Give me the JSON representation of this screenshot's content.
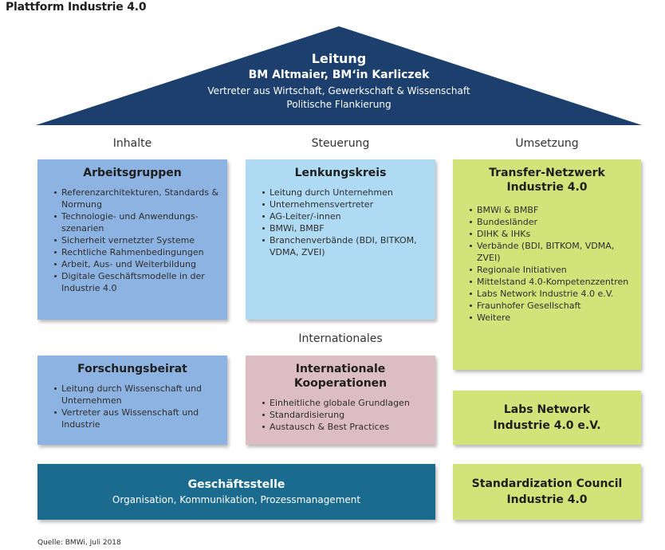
{
  "title": "Plattform Industrie 4.0",
  "roof": {
    "title": "Leitung",
    "subtitle": "BM Altmaier, BM‘in Karliczek",
    "line1": "Vertreter aus Wirtschaft, Gewerkschaft & Wissenschaft",
    "line2": "Politische Flankierung",
    "color": "#1c3f6e"
  },
  "columns": {
    "inhalte": "Inhalte",
    "steuerung": "Steuerung",
    "umsetzung": "Umsetzung",
    "internationales": "Internationales"
  },
  "arbeitsgruppen": {
    "title": "Arbeitsgruppen",
    "items": [
      "Referenzarchitekturen, Standards & Normung",
      "Technologie- und Anwendungs-szenarien",
      "Sicherheit vernetzter Systeme",
      "Rechtliche Rahmenbedingungen",
      "Arbeit, Aus- und Weiterbildung",
      "Digitale Geschäftsmodelle in der Industrie 4.0"
    ]
  },
  "lenkungskreis": {
    "title": "Lenkungskreis",
    "items": [
      "Leitung durch Unternehmen",
      "Unternehmensvertreter",
      "AG-Leiter/-innen",
      "BMWi, BMBF",
      "Branchenverbände (BDI, BITKOM, VDMA, ZVEI)"
    ]
  },
  "transfer": {
    "title1": "Transfer-Netzwerk",
    "title2": "Industrie 4.0",
    "items": [
      "BMWi & BMBF",
      "Bundesländer",
      "DIHK & IHKs",
      "Verbände (BDI, BITKOM, VDMA, ZVEI)",
      "Regionale Initiativen",
      "Mittelstand 4.0-Kompetenzzentren",
      "Labs Network Industrie 4.0 e.V.",
      "Fraunhofer Gesellschaft",
      "Weitere"
    ]
  },
  "forschungsbeirat": {
    "title": "Forschungsbeirat",
    "items": [
      "Leitung durch Wissenschaft und Unternehmen",
      "Vertreter aus Wissenschaft und Industrie"
    ]
  },
  "kooperationen": {
    "title": "Internationale Kooperationen",
    "items": [
      "Einheitliche globale Grundlagen",
      "Standardisierung",
      "Austausch & Best Practices"
    ]
  },
  "labs": {
    "line1": "Labs Network",
    "line2": "Industrie 4.0 e.V."
  },
  "geschaeftsstelle": {
    "title": "Geschäftsstelle",
    "subtitle": "Organisation, Kommunikation, Prozessmanagement"
  },
  "standardization": {
    "line1": "Standardization Council",
    "line2": "Industrie 4.0"
  },
  "source": "Quelle: BMWi, Juli 2018"
}
